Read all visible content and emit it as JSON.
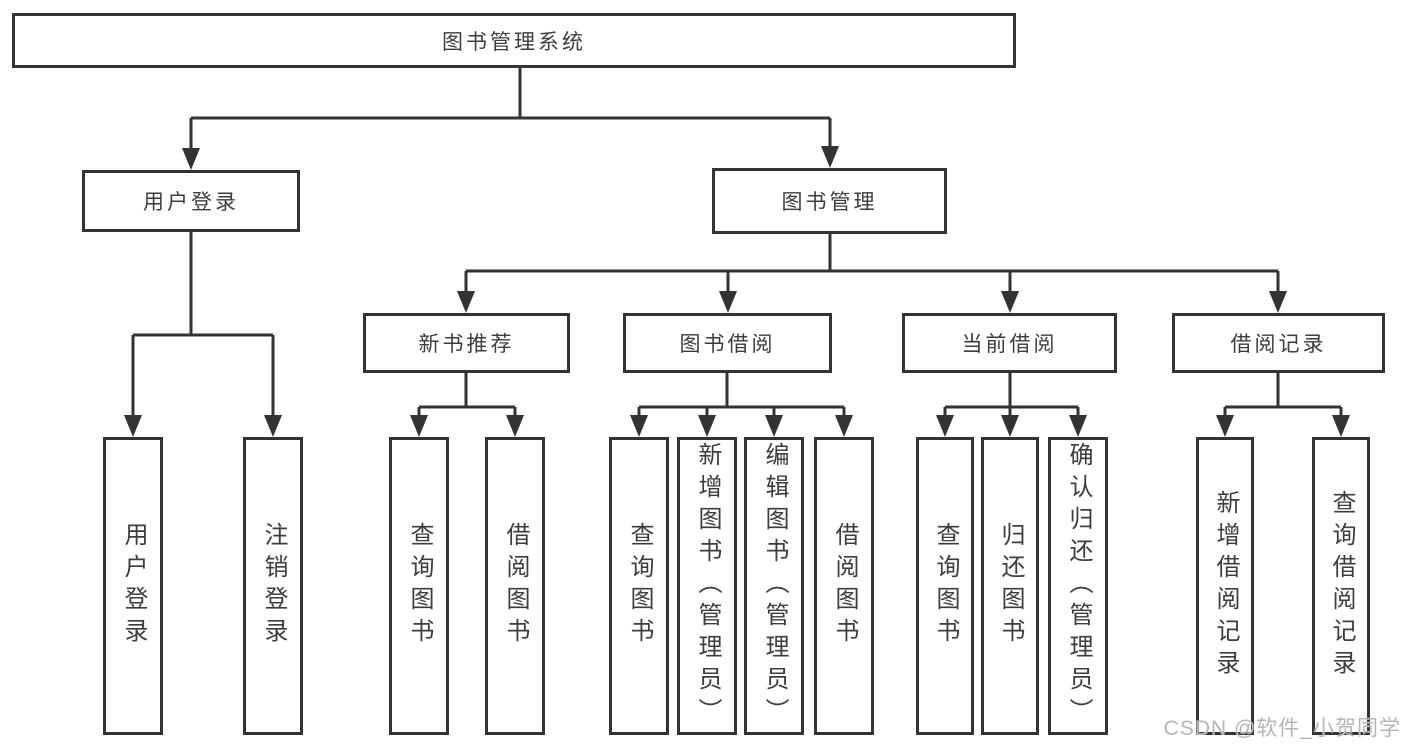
{
  "diagram": {
    "root": "图书管理系统",
    "level2": {
      "user_login": "用户登录",
      "book_mgmt": "图书管理"
    },
    "level3": {
      "new_books": "新书推荐",
      "book_borrow": "图书借阅",
      "current_borrow": "当前借阅",
      "borrow_records": "借阅记录"
    },
    "leaves": {
      "user_login": "用户登录",
      "logout": "注销登录",
      "nb_query": "查询图书",
      "nb_borrow": "借阅图书",
      "bb_query": "查询图书",
      "bb_add": "新增图书（管理员）",
      "bb_edit": "编辑图书（管理员）",
      "bb_borrow": "借阅图书",
      "cb_query": "查询图书",
      "cb_return": "归还图书",
      "cb_confirm": "确认归还（管理员）",
      "rec_add": "新增借阅记录",
      "rec_query": "查询借阅记录"
    }
  },
  "watermark": "CSDN @软件_小贺同学",
  "colors": {
    "line": "#333333",
    "text": "#3d3d3d",
    "background": "#ffffff",
    "watermark": "#b5b5b5"
  }
}
